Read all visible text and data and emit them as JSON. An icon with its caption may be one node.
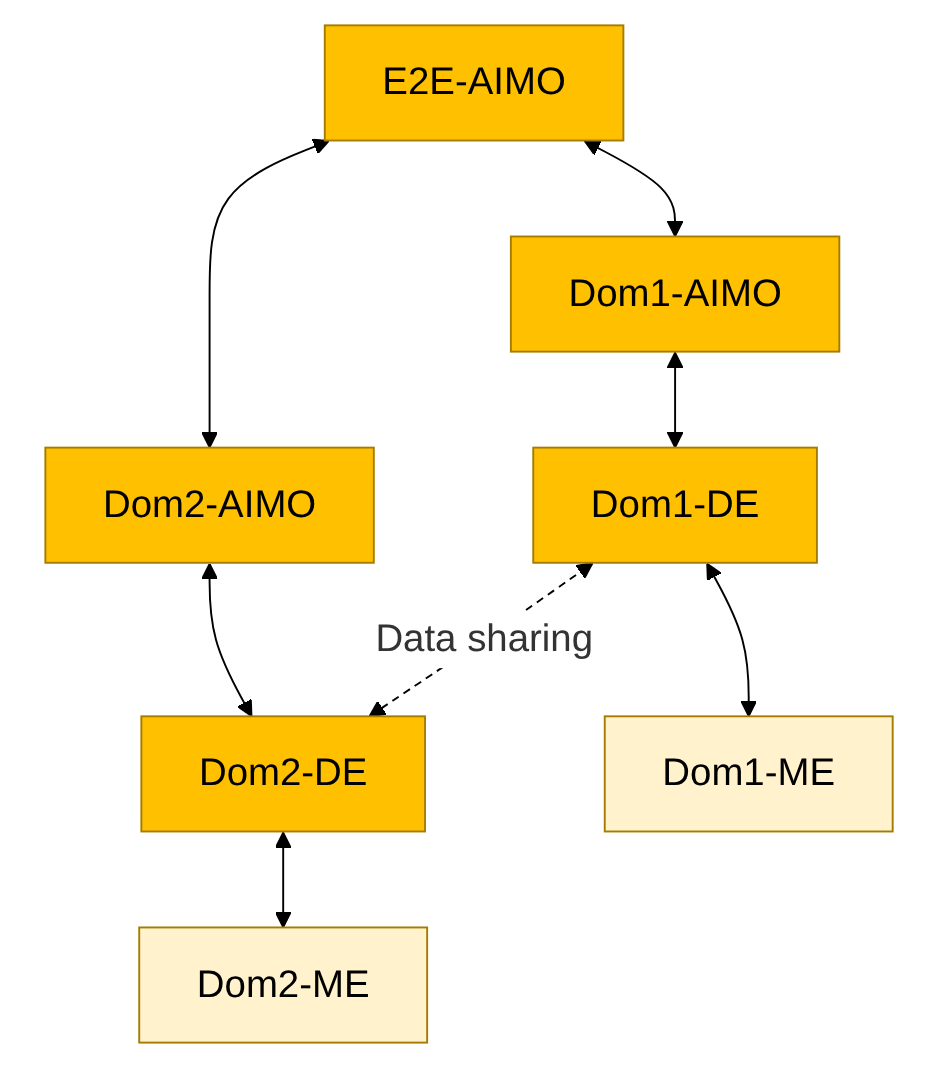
{
  "diagram": {
    "nodes": [
      {
        "text": [
          "E2E-AIMO"
        ]
      },
      {
        "text": [
          "Dom1-AIMO"
        ]
      },
      {
        "text": [
          "Dom2-AIMO"
        ]
      },
      {
        "text": [
          "Dom1-DE"
        ]
      },
      {
        "text": [
          "Dom2-DE"
        ]
      },
      {
        "text": [
          "Dom1-ME"
        ]
      },
      {
        "text": [
          "Dom2-ME"
        ]
      }
    ],
    "edges": [
      {
        "from": 0,
        "to": 1,
        "arrow": "both"
      },
      {
        "from": 0,
        "to": 2,
        "arrow": "both"
      },
      {
        "from": 1,
        "to": 3,
        "arrow": "both"
      },
      {
        "from": 2,
        "to": 4,
        "arrow": "both"
      },
      {
        "from": 3,
        "to": 4,
        "arrow": "both",
        "label": "Data sharing",
        "style": "dashed"
      },
      {
        "from": 3,
        "to": 5,
        "arrow": "both"
      },
      {
        "from": 4,
        "to": 6,
        "arrow": "both"
      }
    ]
  }
}
